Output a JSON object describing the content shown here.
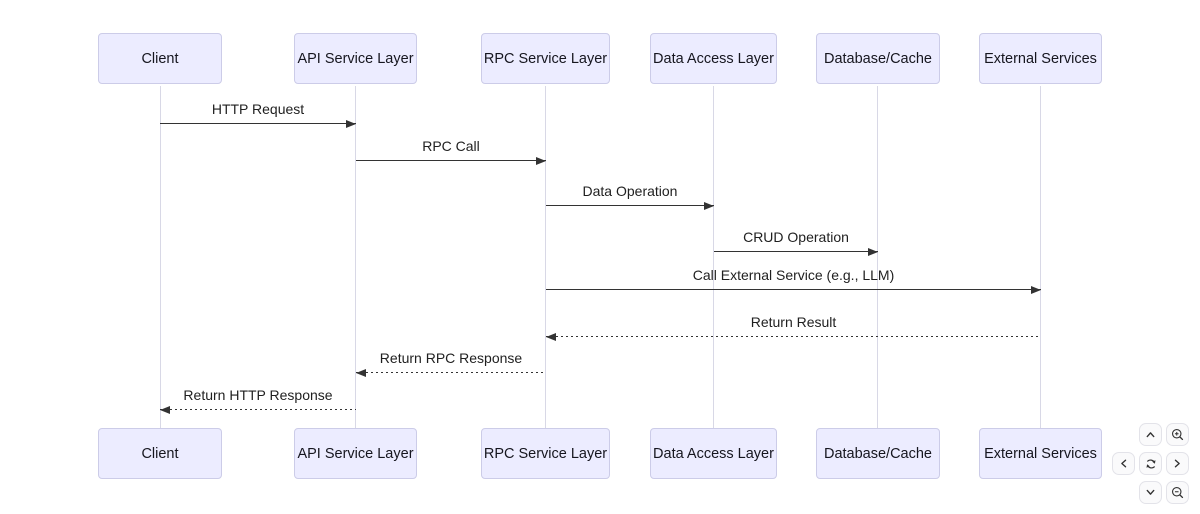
{
  "diagram": {
    "type": "sequence",
    "actors": [
      {
        "id": "client",
        "label": "Client"
      },
      {
        "id": "api",
        "label": "API Service Layer"
      },
      {
        "id": "rpc",
        "label": "RPC Service Layer"
      },
      {
        "id": "dal",
        "label": "Data Access Layer"
      },
      {
        "id": "db",
        "label": "Database/Cache"
      },
      {
        "id": "ext",
        "label": "External Services"
      }
    ],
    "messages": [
      {
        "label": "HTTP Request",
        "from": "Client",
        "to": "API Service Layer",
        "line": "solid",
        "direction": "right"
      },
      {
        "label": "RPC Call",
        "from": "API Service Layer",
        "to": "RPC Service Layer",
        "line": "solid",
        "direction": "right"
      },
      {
        "label": "Data Operation",
        "from": "RPC Service Layer",
        "to": "Data Access Layer",
        "line": "solid",
        "direction": "right"
      },
      {
        "label": "CRUD Operation",
        "from": "Data Access Layer",
        "to": "Database/Cache",
        "line": "solid",
        "direction": "right"
      },
      {
        "label": "Call External Service (e.g., LLM)",
        "from": "RPC Service Layer",
        "to": "External Services",
        "line": "solid",
        "direction": "right"
      },
      {
        "label": "Return Result",
        "from": "External Services",
        "to": "RPC Service Layer",
        "line": "dashed",
        "direction": "left"
      },
      {
        "label": "Return RPC Response",
        "from": "RPC Service Layer",
        "to": "API Service Layer",
        "line": "dashed",
        "direction": "left"
      },
      {
        "label": "Return HTTP Response",
        "from": "API Service Layer",
        "to": "Client",
        "line": "dashed",
        "direction": "left"
      }
    ]
  },
  "controls": {
    "buttons": [
      {
        "name": "pan-up",
        "icon": "chevron-up-icon"
      },
      {
        "name": "zoom-in",
        "icon": "zoom-in-icon"
      },
      {
        "name": "pan-left",
        "icon": "chevron-left-icon"
      },
      {
        "name": "reset-view",
        "icon": "refresh-icon"
      },
      {
        "name": "pan-right",
        "icon": "chevron-right-icon"
      },
      {
        "name": "pan-down",
        "icon": "chevron-down-icon"
      },
      {
        "name": "zoom-out",
        "icon": "zoom-out-icon"
      }
    ]
  },
  "colors": {
    "background": "#FFFFFF",
    "actor_fill": "#ECECFF",
    "actor_border": "#CCCCE8",
    "lifeline": "#D8D8E6",
    "arrow": "#333333",
    "text": "#1F1F1F"
  }
}
